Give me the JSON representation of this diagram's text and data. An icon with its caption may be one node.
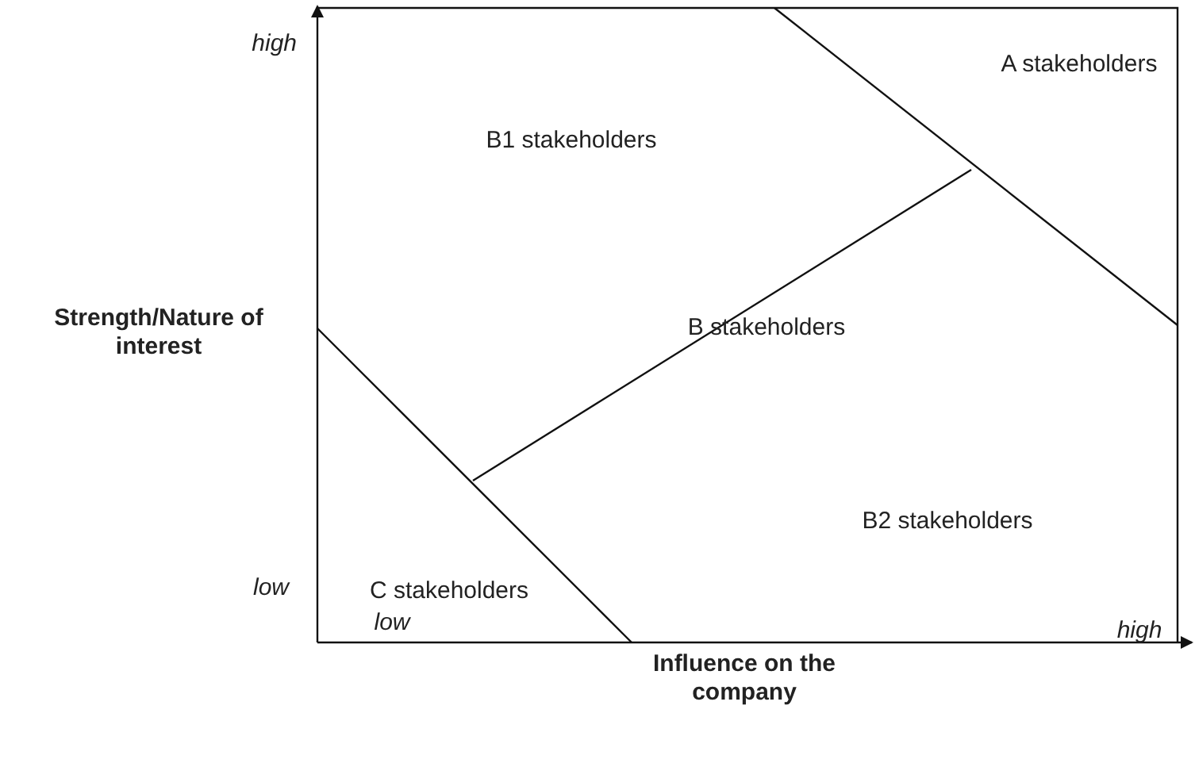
{
  "diagram": {
    "labels": [
      "high",
      "A stakeholders",
      "B1 stakeholders",
      "Strength/Nature of interest",
      "B stakeholders",
      "B2 stakeholders",
      "C stakeholders",
      "low",
      "low",
      "high",
      "Influence on the company"
    ]
  }
}
